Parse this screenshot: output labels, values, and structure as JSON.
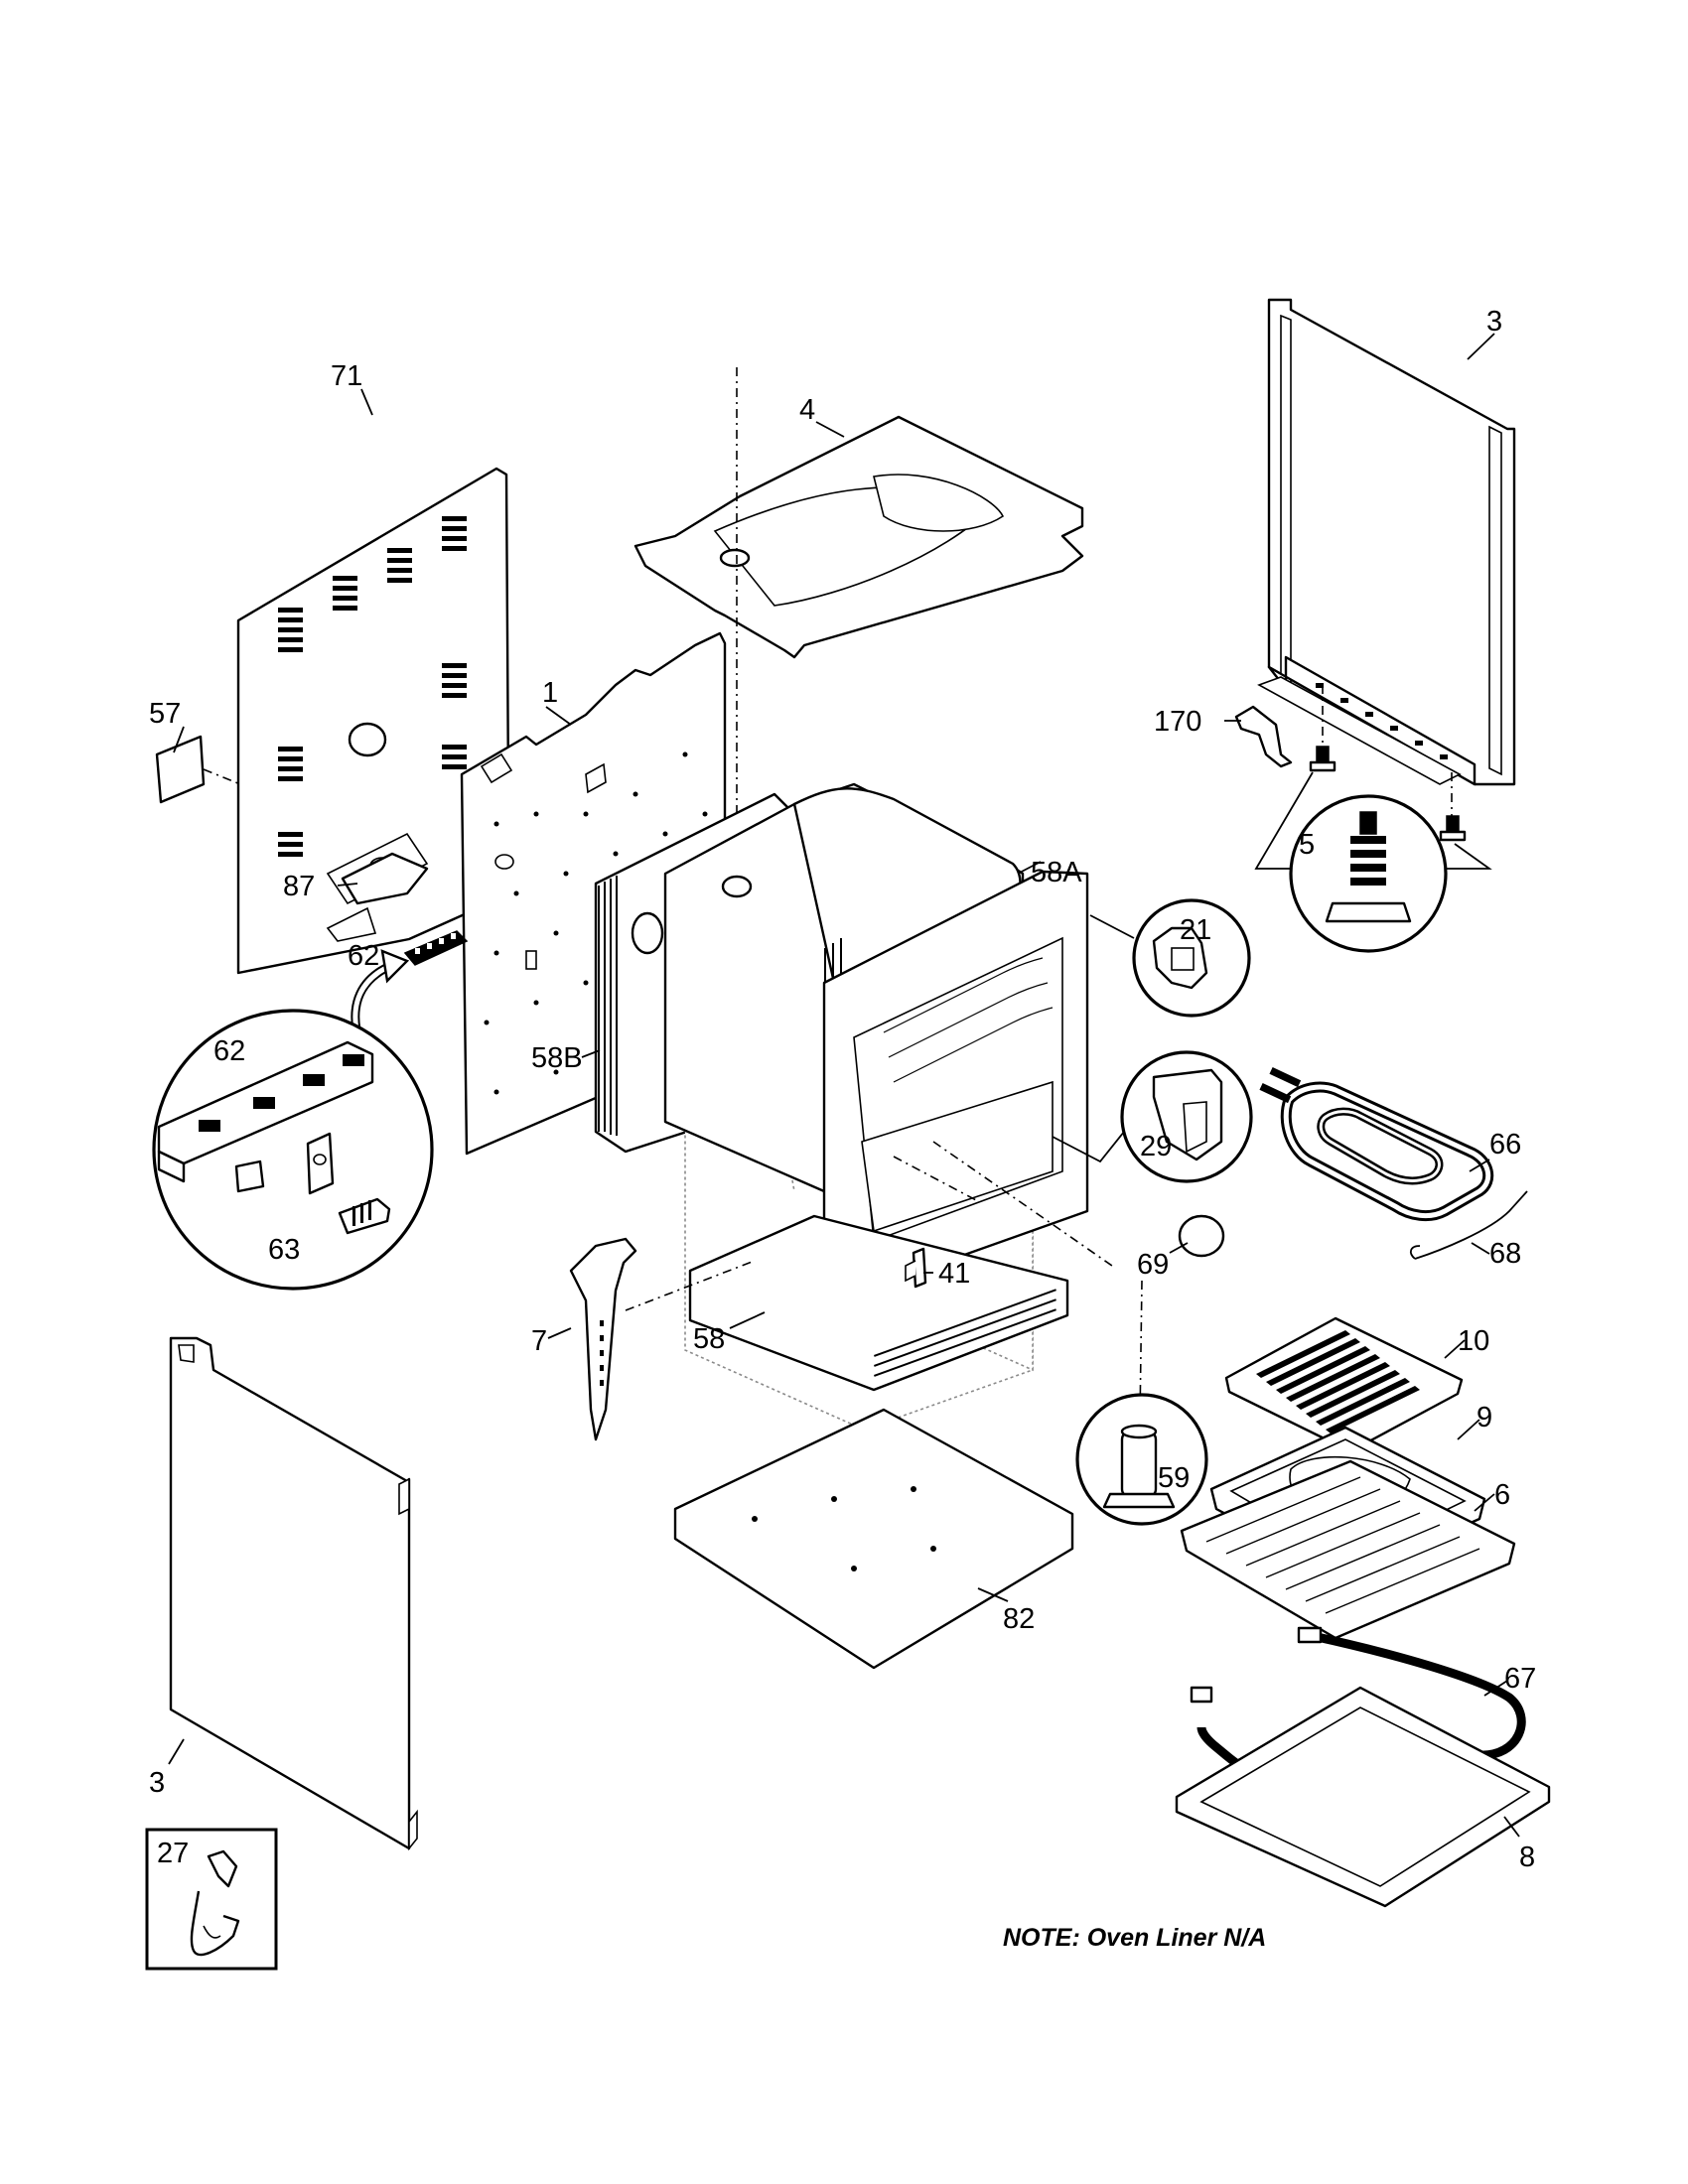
{
  "labels": {
    "p1": "1",
    "p3_top": "3",
    "p3_left": "3",
    "p4": "4",
    "p5": "5",
    "p6": "6",
    "p7": "7",
    "p8": "8",
    "p9": "9",
    "p10": "10",
    "p21": "21",
    "p27": "27",
    "p29": "29",
    "p41": "41",
    "p57": "57",
    "p58": "58",
    "p58a": "58A",
    "p58b": "58B",
    "p59": "59",
    "p62_main": "62",
    "p62_callout": "62",
    "p63": "63",
    "p66": "66",
    "p67": "67",
    "p68": "68",
    "p69": "69",
    "p71": "71",
    "p82": "82",
    "p87": "87",
    "p170": "170"
  },
  "note": "NOTE:  Oven Liner N/A"
}
